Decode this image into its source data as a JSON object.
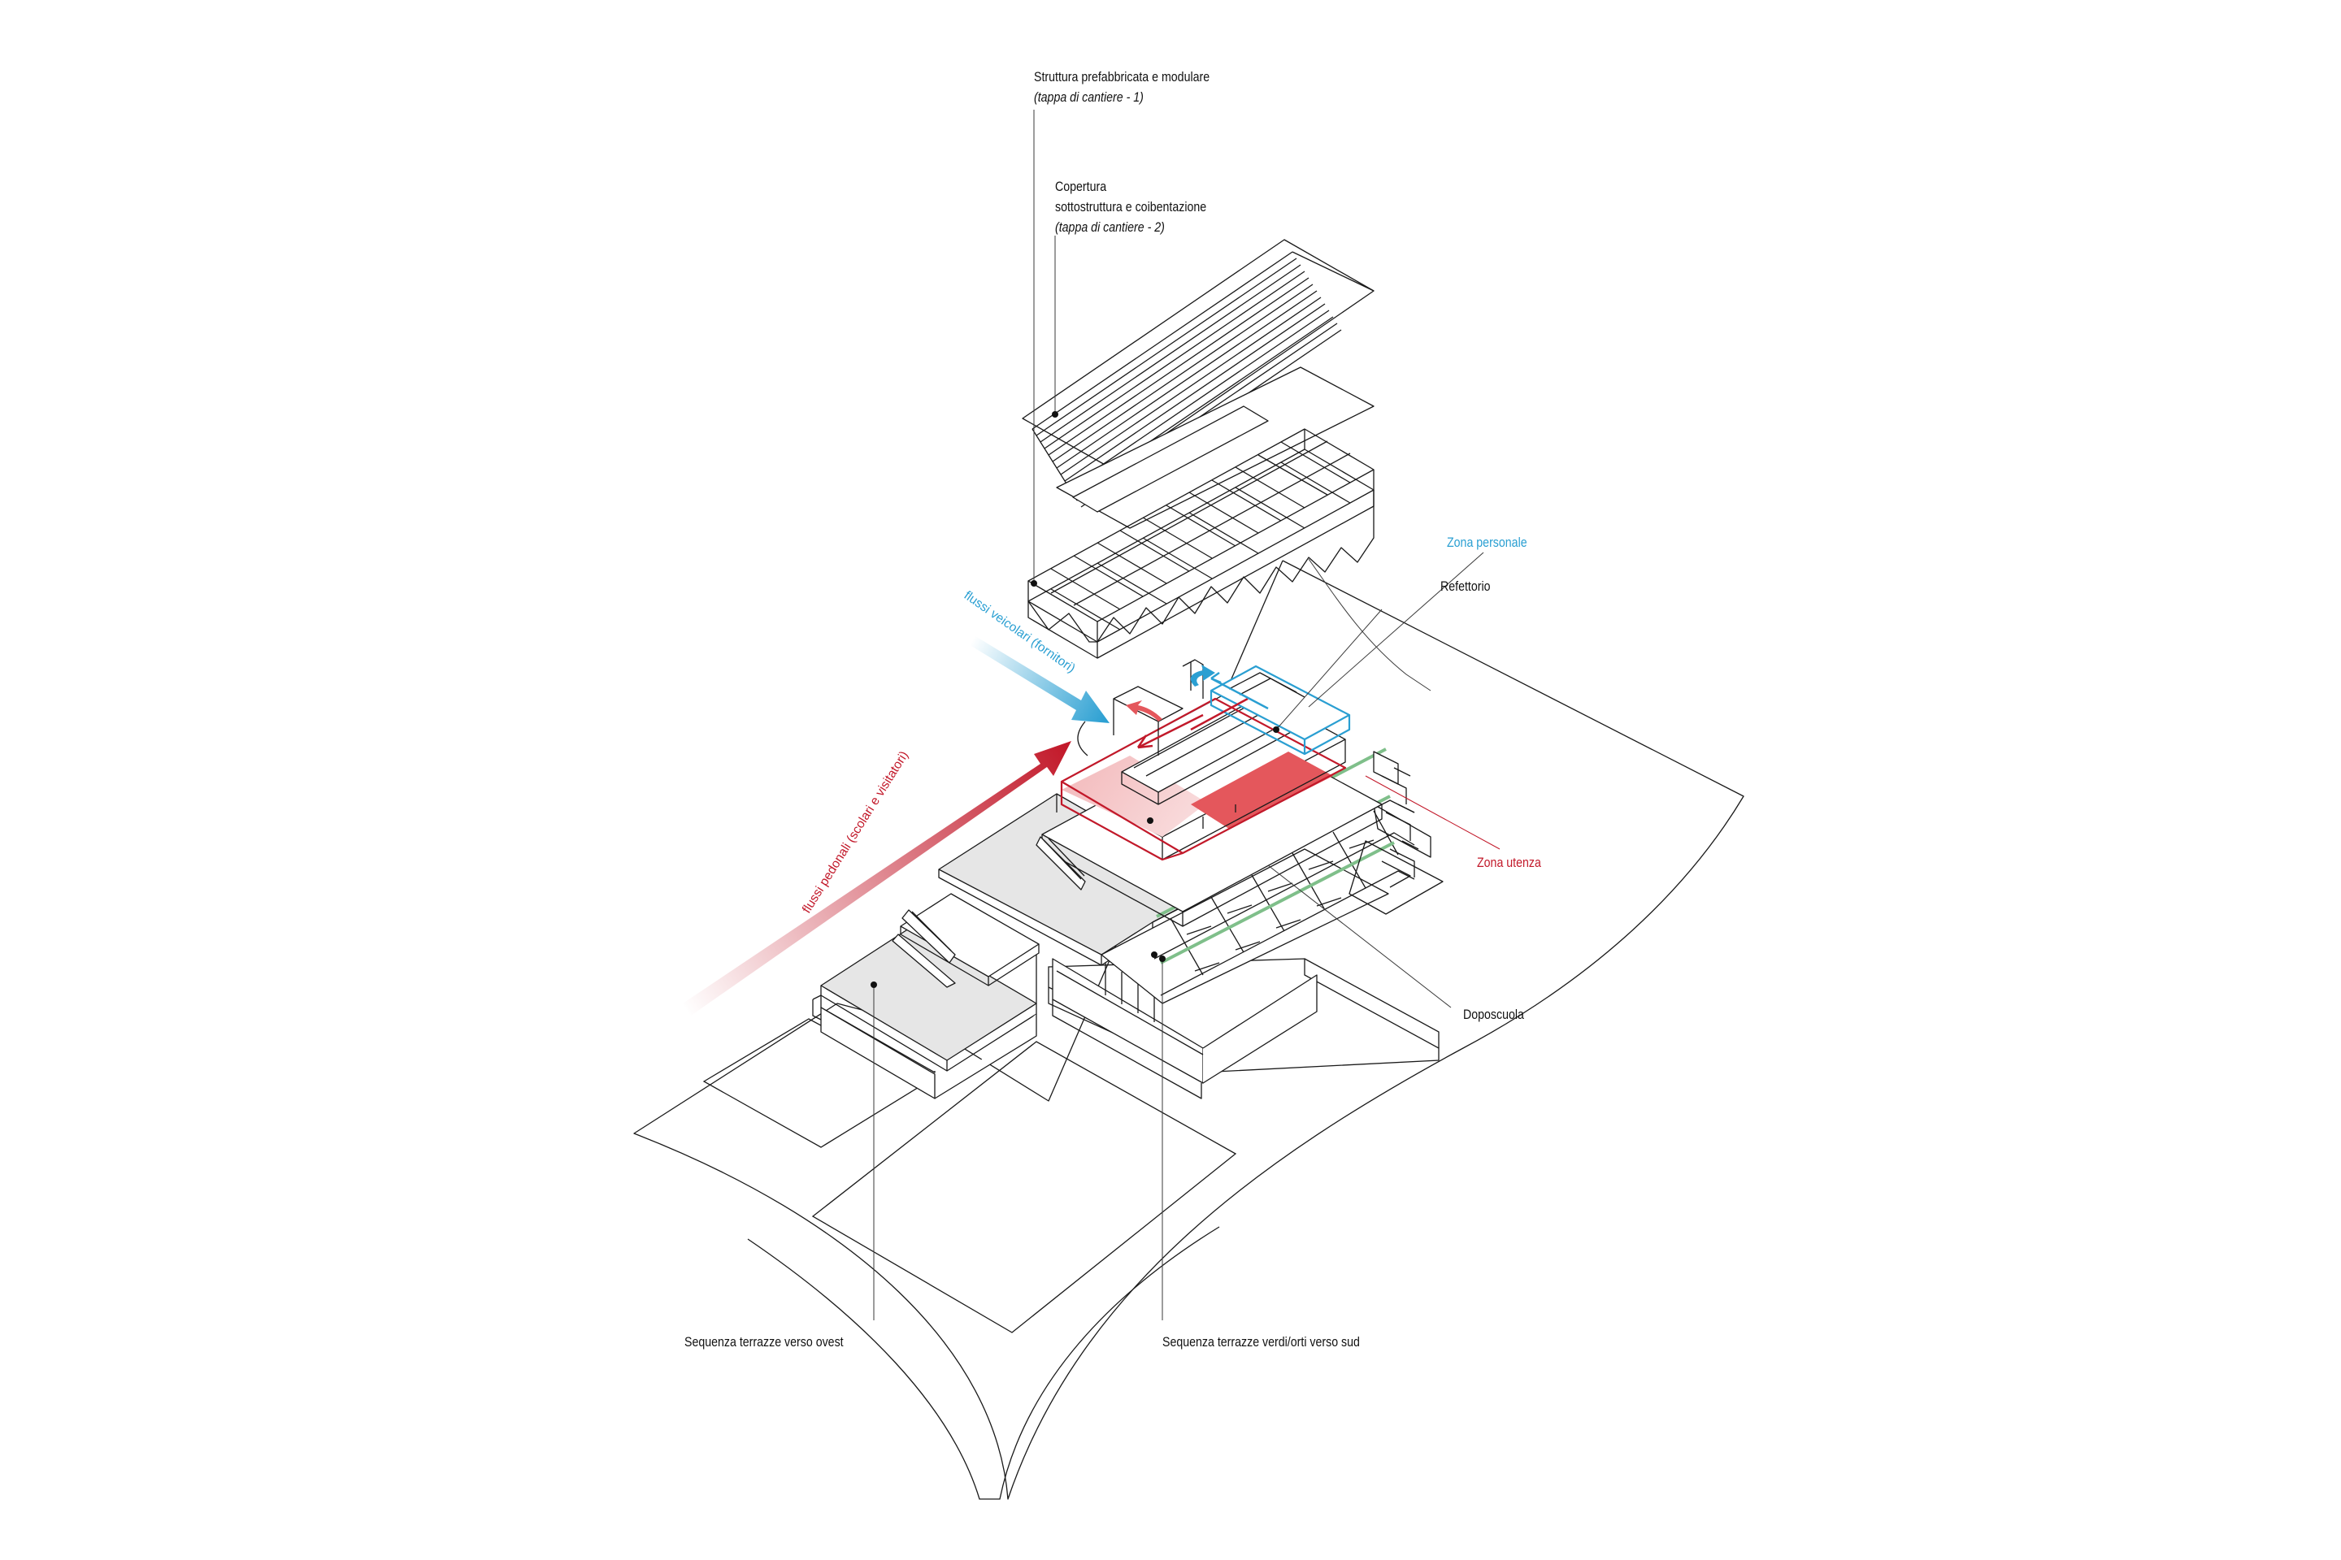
{
  "colors": {
    "line": "#1a1a1a",
    "leader": "#3a3a3a",
    "blue": "#2a9fd2",
    "red": "#c2192a",
    "red_fill": "#e4575c",
    "pink_fill": "#f2b3b6",
    "green": "#7fbf8a",
    "gray_fill": "#e6e6e6"
  },
  "labels": {
    "struttura": {
      "line1": "Struttura prefabbricata e modulare",
      "line2": "(tappa di cantiere - 1)"
    },
    "copertura": {
      "line1": "Copertura",
      "line2": "sottostruttura e coibentazione",
      "line3": "(tappa di cantiere - 2)"
    },
    "zona_personale": "Zona personale",
    "refettorio": "Refettorio",
    "zona_utenza": "Zona utenza",
    "doposcuola": "Doposcuola",
    "terrazze_ovest": "Sequenza terrazze verso ovest",
    "terrazze_sud": "Sequenza terrazze verdi/orti verso sud",
    "flussi_veicolari": "flussi veicolari (fornitori)",
    "flussi_pedonali": "flussi pedonali (scolari e visitatori)"
  }
}
